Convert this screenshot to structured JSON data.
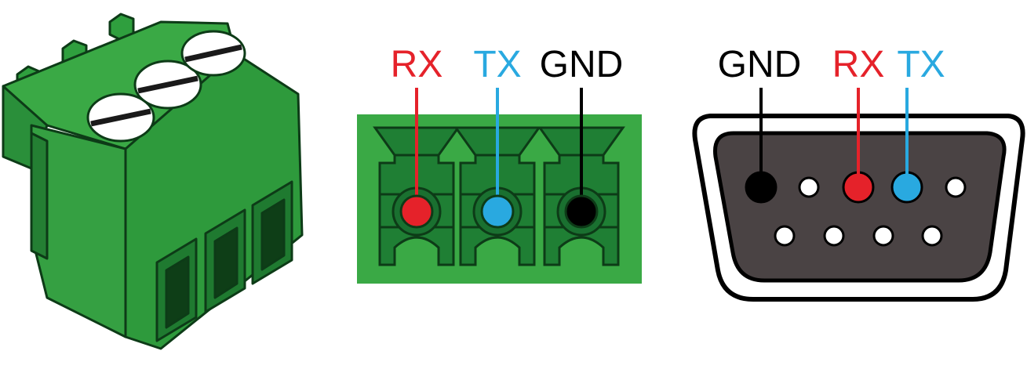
{
  "colors": {
    "rx": "#e5222a",
    "tx": "#29a9e0",
    "gnd": "#000000",
    "block_green": "#3aa945",
    "block_dark": "#1b7a32",
    "db9_shell": "#ffffff",
    "db9_face": "#4a4344"
  },
  "terminal_block": {
    "labels": [
      {
        "signal": "rx",
        "text": "RX"
      },
      {
        "signal": "tx",
        "text": "TX"
      },
      {
        "signal": "gnd",
        "text": "GND"
      }
    ]
  },
  "db9_connector": {
    "labels": [
      {
        "signal": "gnd",
        "text": "GND"
      },
      {
        "signal": "rx",
        "text": "RX"
      },
      {
        "signal": "tx",
        "text": "TX"
      }
    ],
    "top_row_pins": [
      "gnd",
      "nc",
      "rx",
      "tx",
      "nc"
    ],
    "bottom_row_pins": [
      "nc",
      "nc",
      "nc",
      "nc"
    ]
  }
}
